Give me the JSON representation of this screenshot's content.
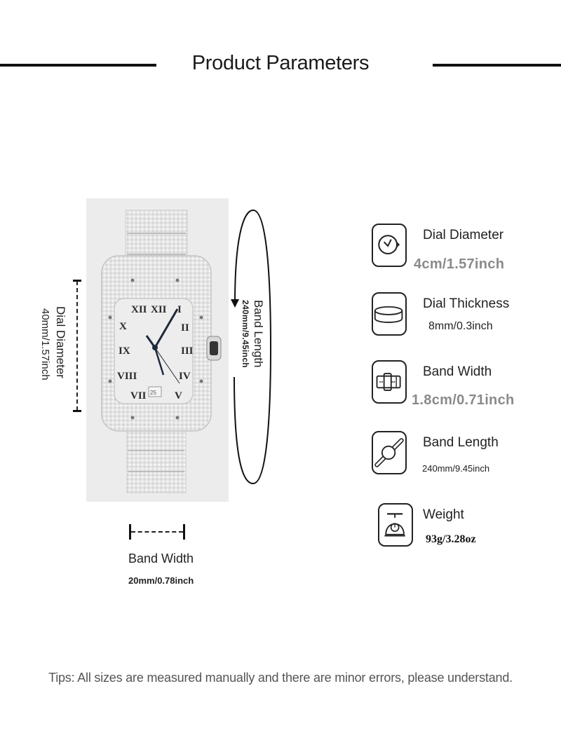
{
  "header": {
    "title": "Product Parameters"
  },
  "product_image": {
    "alt": "Iced-out square silver watch with Roman numeral dial",
    "date_window": "25"
  },
  "dimensions": {
    "dial_diameter": {
      "label": "Dial Diameter",
      "value": "40mm/1.57inch"
    },
    "band_length": {
      "label": "Band Length",
      "value": "240mm/9.45inch"
    },
    "band_width": {
      "label": "Band Width",
      "value": "20mm/0.78inch"
    }
  },
  "specs": [
    {
      "icon": "watch-dial-icon",
      "label": "Dial Diameter",
      "value": "4cm/1.57inch"
    },
    {
      "icon": "dial-thickness-icon",
      "label": "Dial Thickness",
      "value": "8mm/0.3inch"
    },
    {
      "icon": "band-buckle-icon",
      "label": "Band Width",
      "value": "1.8cm/0.71inch"
    },
    {
      "icon": "band-length-icon",
      "label": "Band Length",
      "value": "240mm/9.45inch"
    },
    {
      "icon": "scale-icon",
      "label": "Weight",
      "value": "93g/3.28oz"
    }
  ],
  "footer": {
    "tips": "Tips: All sizes are measured manually and there are minor errors, please understand."
  }
}
